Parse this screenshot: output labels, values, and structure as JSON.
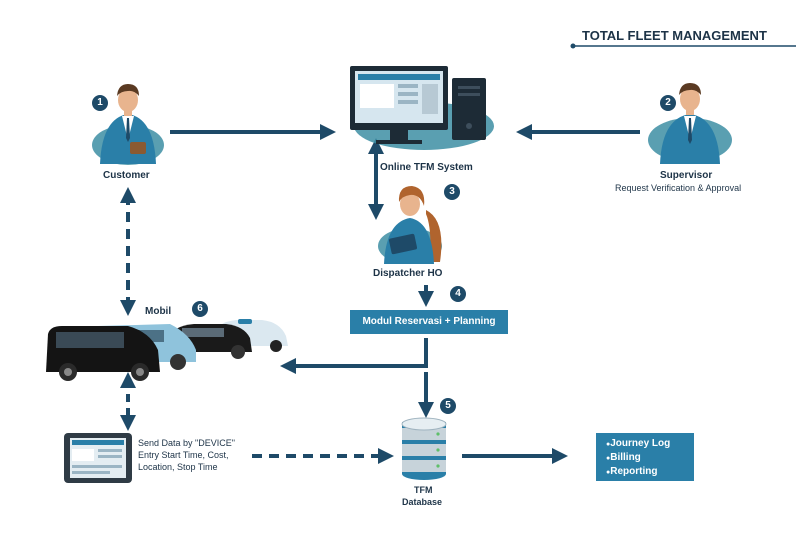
{
  "header": {
    "title": "TOTAL FLEET MANAGEMENT"
  },
  "nodes": {
    "customer": {
      "number": "1",
      "label": "Customer"
    },
    "supervisor": {
      "number": "2",
      "label": "Supervisor",
      "sublabel": "Request Verification & Approval"
    },
    "system": {
      "label": "Online TFM System"
    },
    "dispatcher": {
      "number": "3",
      "label": "Dispatcher HO"
    },
    "modul": {
      "number": "4",
      "label": "Modul Reservasi + Planning"
    },
    "database": {
      "number": "5",
      "label_line1": "TFM",
      "label_line2": "Database"
    },
    "mobil": {
      "number": "6",
      "label": "Mobil"
    },
    "device": {
      "line1": "Send Data by \"DEVICE\"",
      "line2": "Entry Start Time, Cost,",
      "line3": "Location, Stop Time"
    },
    "reports": {
      "items": [
        "Journey Log",
        "Billing",
        "Reporting"
      ]
    }
  },
  "colors": {
    "primary": "#1e4a68",
    "accent": "#2a7fa8",
    "teal": "#3d8ea3",
    "text": "#1d3347"
  }
}
